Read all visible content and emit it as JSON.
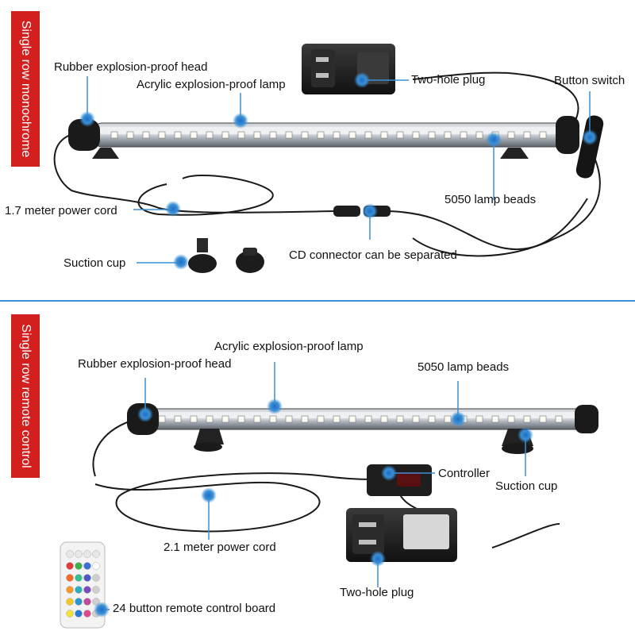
{
  "sections": [
    {
      "tab_label": "Single row monochrome",
      "labels": {
        "rubber_head": "Rubber explosion-proof head",
        "acrylic_lamp": "Acrylic explosion-proof lamp",
        "two_hole_plug": "Two-hole plug",
        "button_switch": "Button switch",
        "lamp_beads": "5050 lamp beads",
        "power_cord": "1.7 meter power cord",
        "suction_cup": "Suction cup",
        "cd_connector": "CD connector can be separated"
      }
    },
    {
      "tab_label": "Single row remote control",
      "labels": {
        "acrylic_lamp": "Acrylic explosion-proof lamp",
        "rubber_head": "Rubber explosion-proof head",
        "lamp_beads": "5050 lamp beads",
        "controller": "Controller",
        "suction_cup": "Suction cup",
        "power_cord": "2.1 meter power cord",
        "two_hole_plug": "Two-hole plug",
        "remote_board": "24 button remote control board"
      }
    }
  ],
  "colors": {
    "tab_red": "#d41f1f",
    "divider_blue": "#3a8fd6",
    "callout_blue": "#3a8fd6"
  }
}
